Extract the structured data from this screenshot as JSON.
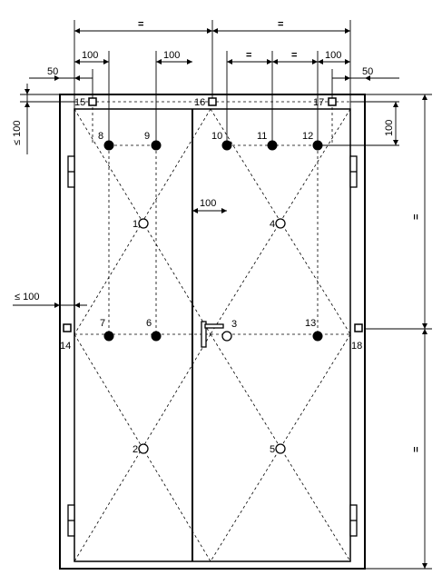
{
  "dimensions": {
    "equal_sign": "=",
    "hundred": "100",
    "fifty": "50",
    "max_hundred": "≤ 100",
    "max_100_edge": "≤ 100",
    "equal_vertical": "="
  },
  "points": {
    "p1": "1",
    "p2": "2",
    "p3": "3",
    "p4": "4",
    "p5": "5",
    "p6": "6",
    "p7": "7",
    "p8": "8",
    "p9": "9",
    "p10": "10",
    "p11": "11",
    "p12": "12",
    "p13": "13",
    "p14": "14",
    "p15": "15",
    "p16": "16",
    "p17": "17",
    "p18": "18"
  }
}
